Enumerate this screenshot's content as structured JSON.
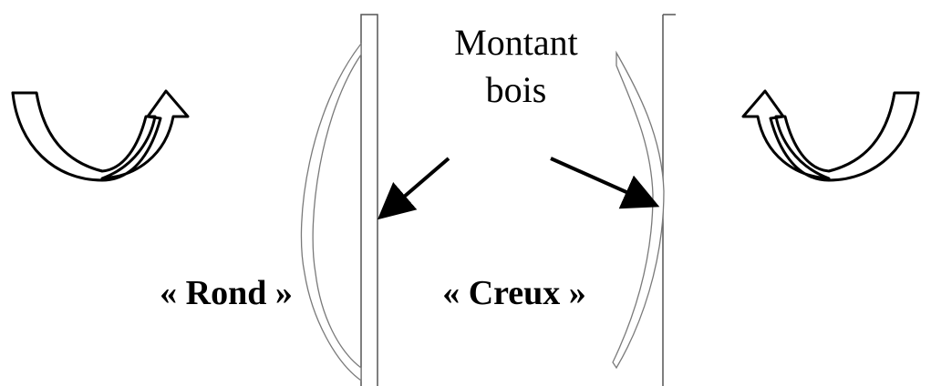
{
  "labels": {
    "montant_line1": "Montant",
    "montant_line2": "bois",
    "rond": "« Rond »",
    "creux": "« Creux »"
  },
  "colors": {
    "stroke": "#000000",
    "arrow_fill": "#ffffff",
    "arrow_shadow": "#c8c8c8",
    "board_stroke": "#7a7a7a"
  },
  "icons": {
    "left_bend": "curved-arrow-up-right-icon",
    "right_bend": "curved-arrow-up-left-icon",
    "pointer_left": "arrow-down-left-icon",
    "pointer_right": "arrow-down-right-icon"
  }
}
